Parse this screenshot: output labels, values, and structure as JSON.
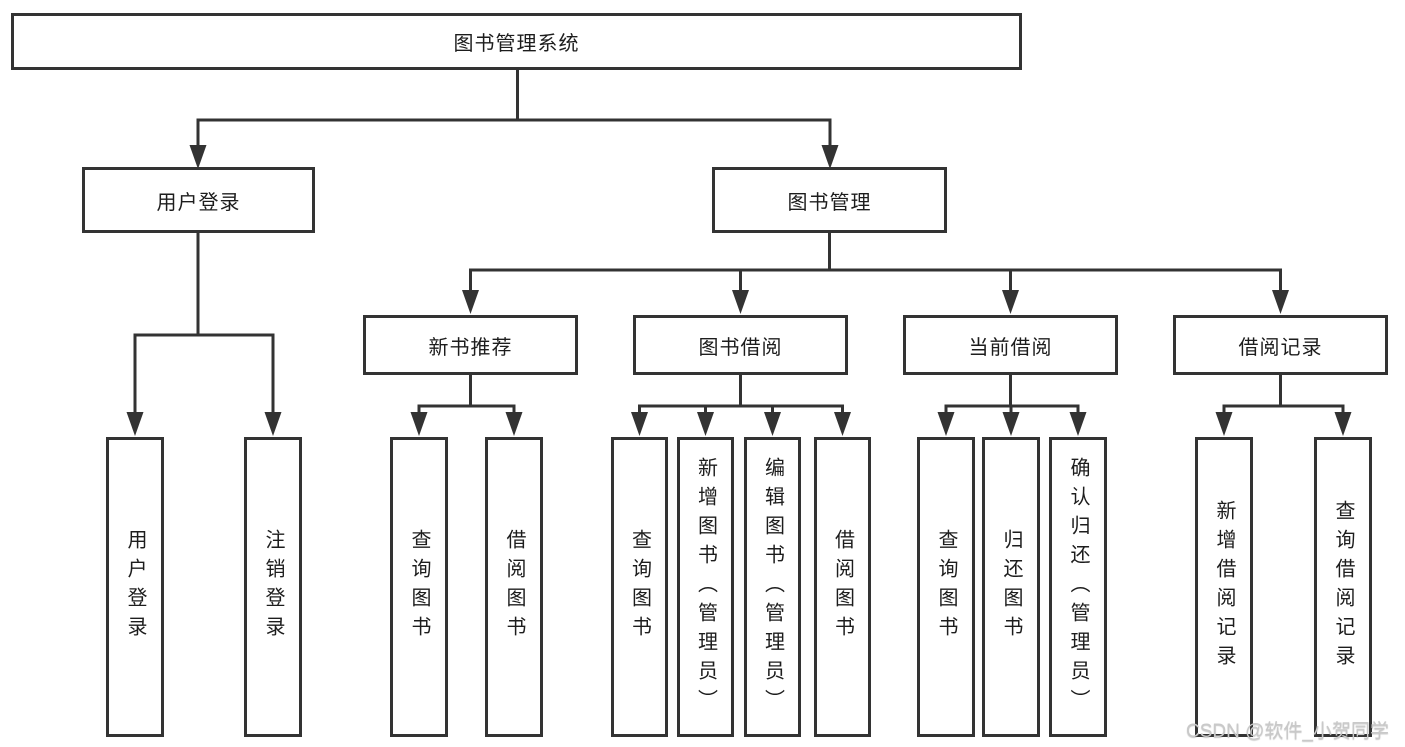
{
  "diagram": {
    "root": {
      "label": "图书管理系统"
    },
    "level2": [
      {
        "label": "用户登录"
      },
      {
        "label": "图书管理"
      }
    ],
    "level3": [
      {
        "label": "新书推荐"
      },
      {
        "label": "图书借阅"
      },
      {
        "label": "当前借阅"
      },
      {
        "label": "借阅记录"
      }
    ],
    "leaves": {
      "user_login": [
        "用户登录",
        "注销登录"
      ],
      "new_book": [
        "查询图书",
        "借阅图书"
      ],
      "borrow": [
        "查询图书",
        "新增图书（管理员）",
        "编辑图书（管理员）",
        "借阅图书"
      ],
      "current": [
        "查询图书",
        "归还图书",
        "确认归还（管理员）"
      ],
      "records": [
        "新增借阅记录",
        "查询借阅记录"
      ]
    }
  },
  "watermark": "CSDN @软件_小贺同学",
  "colors": {
    "line": "#333333",
    "text": "#1d1d1d",
    "background": "#ffffff",
    "watermark": "#c9c9c9"
  }
}
